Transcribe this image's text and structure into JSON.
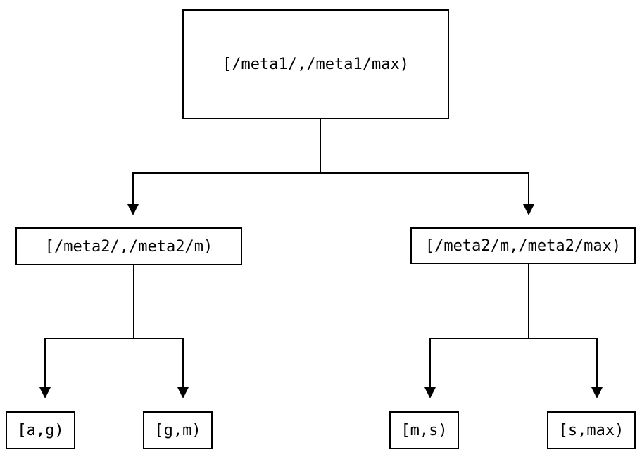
{
  "diagram": {
    "nodes": {
      "root": "[/meta1/,/meta1/max)",
      "meta2_low": "[/meta2/,/meta2/m)",
      "meta2_high": "[/meta2/m,/meta2/max)",
      "leaf_ag": "[a,g)",
      "leaf_gm": "[g,m)",
      "leaf_ms": "[m,s)",
      "leaf_smax": "[s,max)"
    },
    "colors": {
      "line": "#000000",
      "text": "#000000",
      "node_background": "#ffffff",
      "canvas_background": "#ffffff"
    }
  }
}
